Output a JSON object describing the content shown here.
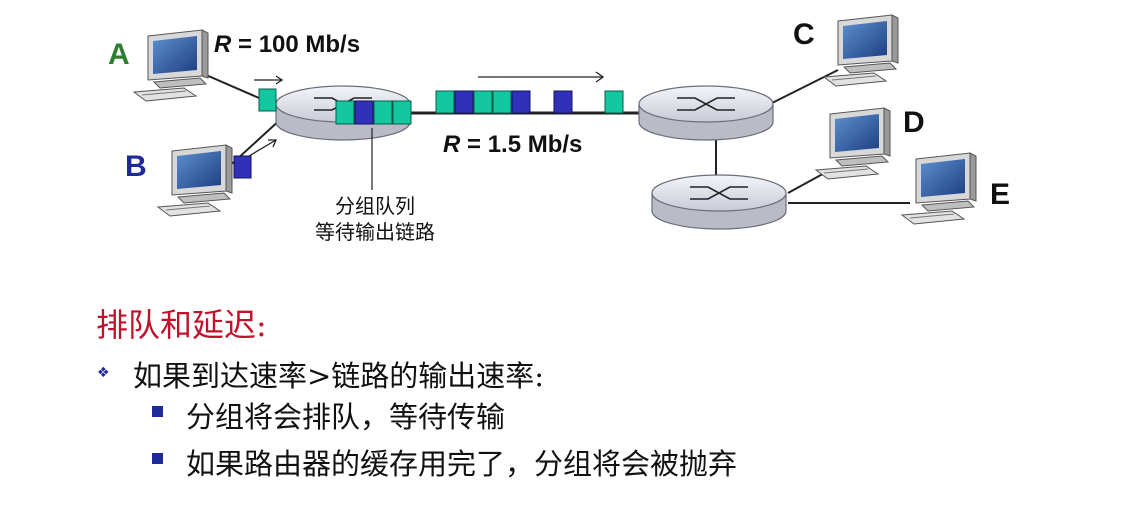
{
  "diagram": {
    "hosts": {
      "a": "A",
      "b": "B",
      "c": "C",
      "d": "D",
      "e": "E"
    },
    "links": {
      "access_rate": {
        "var": "R",
        "text": " = 100 Mb/s"
      },
      "bottleneck_rate": {
        "var": "R",
        "text": " = 1.5 Mb/s"
      }
    },
    "queue_caption": [
      "分组队列",
      "等待输出链路"
    ],
    "colors": {
      "host_a_label": "#2e7d32",
      "host_b_label": "#1f2a9a",
      "packet_a": "#13c7a0",
      "packet_b": "#3030b8",
      "router_fill": "#e4e6ee",
      "link": "#222222"
    }
  },
  "notes": {
    "title": "排队和延迟:",
    "bullet": "如果到达速率>链路的输出速率:",
    "subbullets": [
      "分组将会排队，等待传输",
      "如果路由器的缓存用完了，分组将会被抛弃"
    ]
  }
}
